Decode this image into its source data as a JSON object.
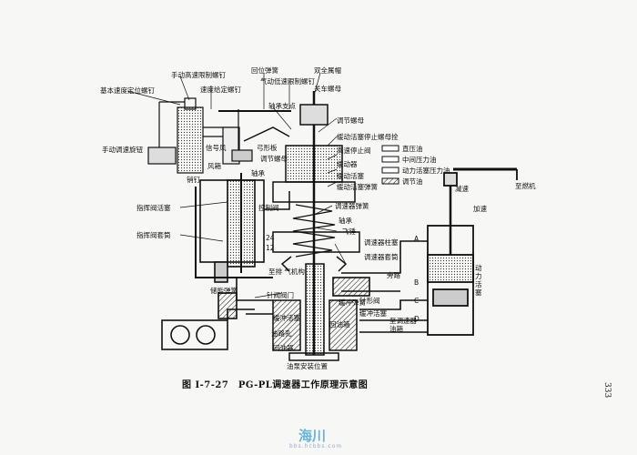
{
  "caption": "图 I-7-27　PG-PL调速器工作原理示意图",
  "page_number": "333",
  "watermark": {
    "main": "海川",
    "sub": "bbs.hcbbs.com"
  },
  "legend": [
    {
      "label": "直压油",
      "style": "open"
    },
    {
      "label": "中间压力油",
      "style": "open"
    },
    {
      "label": "动力活塞压力油",
      "style": "open"
    },
    {
      "label": "调节油",
      "style": "hatched"
    }
  ],
  "labels": {
    "manual_speed_limit_screw": "手动高速限制螺钉",
    "base_speed_screw": "基本速度定位螺钉",
    "speed_set_screw": "速度给定螺钉",
    "return_spring": "回位弹簧",
    "pneumatic_low_speed_screw": "气动低速限制螺钉",
    "double_nut": "双全属帽",
    "stop_nut": "关车螺母",
    "bearing_pivot": "轴承支点",
    "adjust_nut": "调节螺母",
    "buffer_piston_stop_pin": "缓动活塞停止螺母拴",
    "high_speed_stop_valve": "高速停止阀",
    "buffer_device": "缓动器",
    "buffer_piston": "缓动活塞",
    "buffer_piston_spring": "缓动活塞弹簧",
    "manual_speed_knob": "手动调速旋钮",
    "signal_air": "信号风",
    "bellows": "风箱",
    "bow_plate": "弓形板",
    "adjust_nut_2": "调节螺母",
    "pin": "销钉",
    "bearing_1": "轴承",
    "pilot_valve_sleeve": "指挥阀活塞",
    "pilot_valve_bushing": "指挥阀套筒",
    "control_valve": "控制阀",
    "speed_spring": "调速器弹簧",
    "bearing_2": "轴承",
    "flyweight": "飞锤",
    "val_24": "24",
    "val_12": "12",
    "speed_gap": "调速器柱塞",
    "speeder_ball": "调速器套筒",
    "to_drain": "至排\n气机构",
    "oil_passage_hole": "油路孔",
    "needle_valve": "针阀阀门",
    "buffer_plunger": "缓冲活塞",
    "storage_spring": "储能弹簧",
    "to_tank": "至调速器油箱",
    "oil_pump_return": "回油箱",
    "oil_pump_check": "回油器",
    "oil_pump_position": "油泵安装位置",
    "buffer_spring": "缓冲弹簧",
    "buffer_piston_2": "缓冲活塞",
    "bypass": "旁路",
    "needle_valve_2": "针形阀",
    "reduce_speed": "减速",
    "increase_speed": "加速",
    "power_piston": "动力活塞",
    "port_a": "A",
    "port_b": "B",
    "port_c": "C",
    "port_d": "D",
    "to_engine": "至燃机"
  }
}
